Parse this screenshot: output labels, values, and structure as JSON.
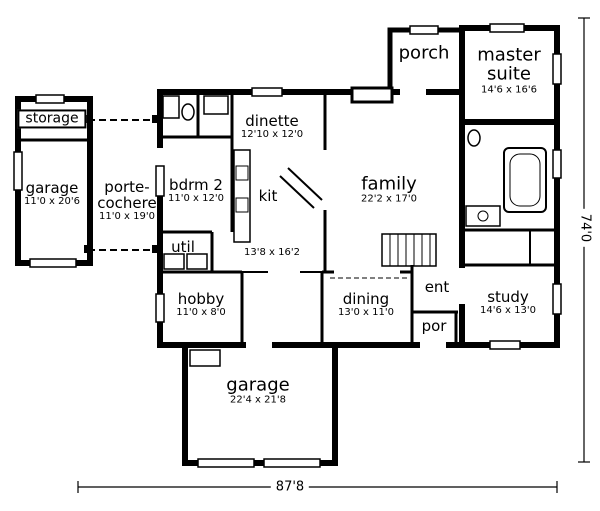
{
  "rooms": {
    "porch": {
      "name": "porch"
    },
    "master_suite": {
      "line1": "master",
      "line2": "suite",
      "dims": "14'6 x 16'6"
    },
    "storage": {
      "name": "storage"
    },
    "garage_left": {
      "name": "garage",
      "dims": "11'0 x 20'6"
    },
    "porte_cochere": {
      "line1": "porte-",
      "line2": "cochere",
      "dims": "11'0 x 19'0"
    },
    "dinette": {
      "name": "dinette",
      "dims": "12'10 x 12'0"
    },
    "bdrm2": {
      "name": "bdrm 2",
      "dims": "11'0 x 12'0"
    },
    "kitchen": {
      "name": "kit",
      "dims": "13'8 x 16'2"
    },
    "family": {
      "name": "family",
      "dims": "22'2 x 17'0"
    },
    "util": {
      "name": "util"
    },
    "hobby": {
      "name": "hobby",
      "dims": "11'0 x 8'0"
    },
    "dining": {
      "name": "dining",
      "dims": "13'0 x 11'0"
    },
    "entry": {
      "name": "ent"
    },
    "front_porch": {
      "name": "por"
    },
    "study": {
      "name": "study",
      "dims": "14'6 x 13'0"
    },
    "garage_main": {
      "name": "garage",
      "dims": "22'4 x 21'8"
    }
  },
  "dimensions": {
    "overall_width": "87'8",
    "overall_height": "74'0"
  },
  "colors": {
    "wall": "#000000",
    "floor": "#ffffff"
  }
}
